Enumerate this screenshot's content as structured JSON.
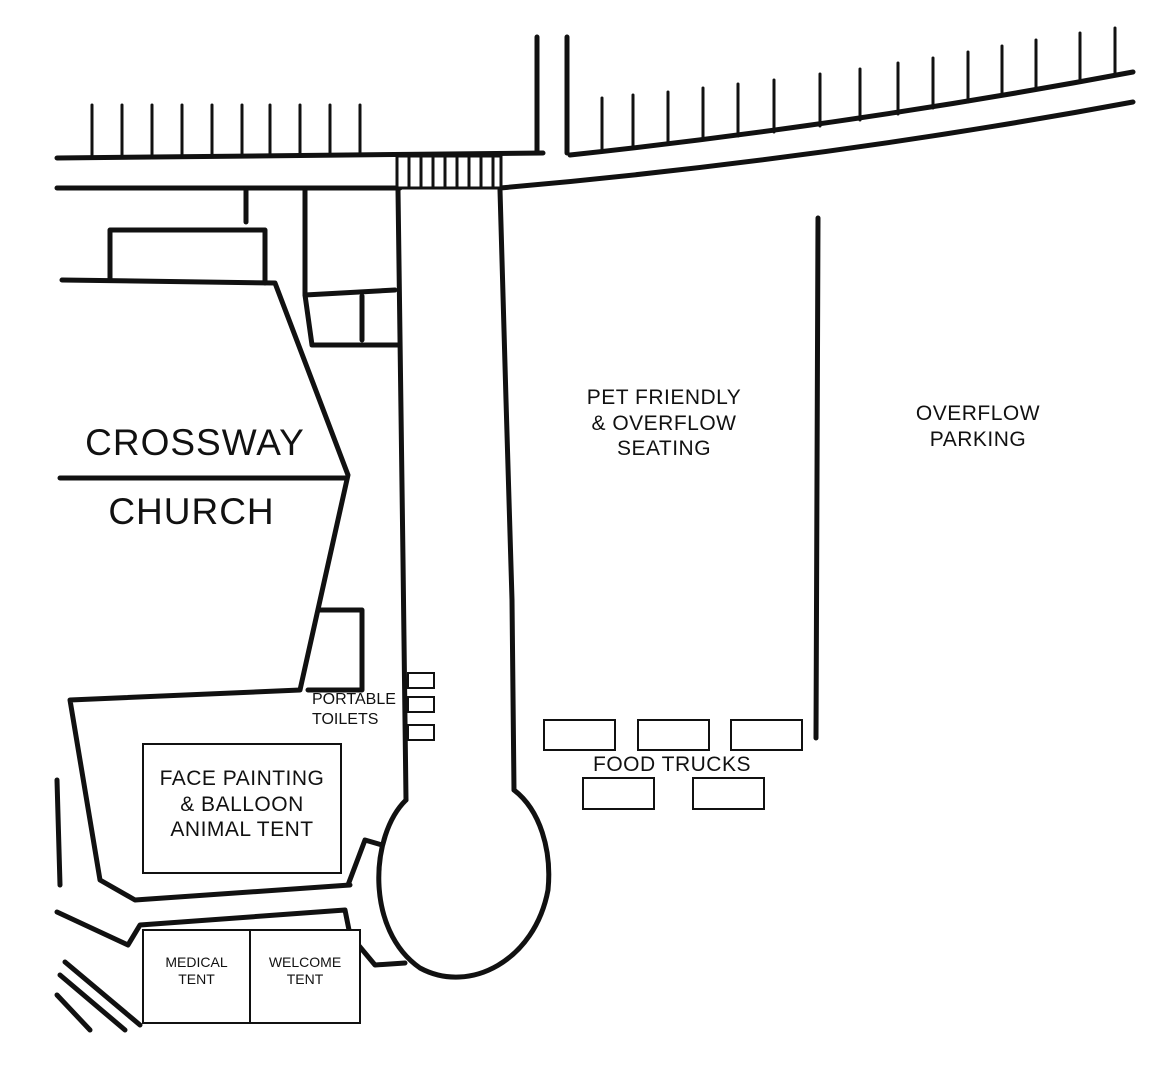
{
  "map": {
    "church_line1": "CROSSWAY",
    "church_line2": "CHURCH",
    "pet_area": "PET FRIENDLY\n& OVERFLOW\nSEATING",
    "overflow_parking": "OVERFLOW\nPARKING",
    "portable_toilets": "PORTABLE\nTOILETS",
    "food_trucks": "FOOD TRUCKS",
    "face_painting": "FACE PAINTING\n& BALLOON\nANIMAL TENT",
    "medical_tent": "MEDICAL\nTENT",
    "welcome_tent": "WELCOME\nTENT"
  },
  "colors": {
    "ink": "#111111",
    "paper": "#ffffff"
  }
}
